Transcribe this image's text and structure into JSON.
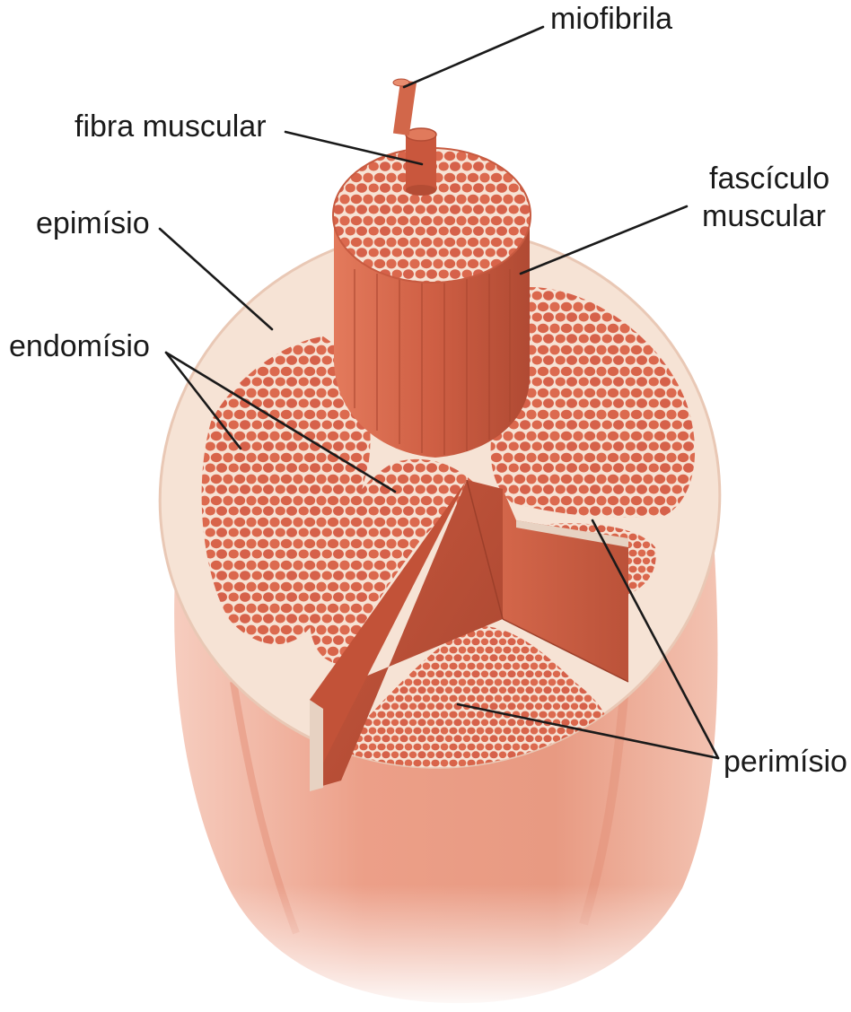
{
  "labels": {
    "miofibrila": "miofibrila",
    "fibra_muscular": "fibra muscular",
    "epimisio": "epimísio",
    "fasciculo_line1": "fascículo",
    "fasciculo_line2": "muscular",
    "endomisio": "endomísio",
    "perimisio": "perimísio"
  },
  "colors": {
    "muscle": "#d9664a",
    "muscle_dark": "#b84e36",
    "muscle_light": "#e88a6a",
    "connective": "#f6e4d6",
    "skin": "#f0b8a6",
    "background": "#ffffff"
  }
}
